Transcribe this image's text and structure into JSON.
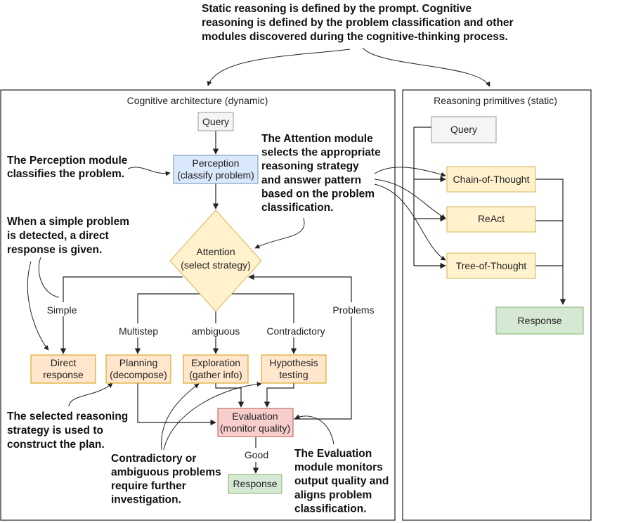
{
  "top_annotation": [
    "Static reasoning is defined by the prompt. Cognitive",
    "reasoning is defined by the problem classification and other",
    "modules discovered during the cognitive-thinking process."
  ],
  "left_panel": {
    "title": "Cognitive architecture (dynamic)"
  },
  "right_panel": {
    "title": "Reasoning primitives (static)"
  },
  "nodes": {
    "query": [
      "Query"
    ],
    "perception": [
      "Perception",
      "(classify problem)"
    ],
    "attention": [
      "Attention",
      "(select strategy)"
    ],
    "direct": [
      "Direct",
      "response"
    ],
    "planning": [
      "Planning",
      "(decompose)"
    ],
    "exploration": [
      "Exploration",
      "(gather info)"
    ],
    "hypothesis": [
      "Hypothesis",
      "testing"
    ],
    "evaluation": [
      "Evaluation",
      "(monitor quality)"
    ],
    "response": [
      "Response"
    ],
    "r_query": [
      "Query"
    ],
    "cot": [
      "Chain-of-Thought"
    ],
    "react": [
      "ReAct"
    ],
    "tot": [
      "Tree-of-Thought"
    ],
    "r_response": [
      "Response"
    ]
  },
  "edge_labels": {
    "simple": "Simple",
    "multistep": "Multistep",
    "ambiguous": "ambiguous",
    "contradictory": "Contradictory",
    "problems": "Problems",
    "good": "Good"
  },
  "annotations": {
    "perception": [
      "The Perception module",
      "classifies the problem."
    ],
    "attention": [
      "The Attention module",
      "selects the appropriate",
      "reasoning strategy",
      "and answer pattern",
      "based on the problem",
      "classification."
    ],
    "simple": [
      "When a simple problem",
      "is detected, a direct",
      "response is given."
    ],
    "selected": [
      "The selected reasoning",
      "strategy is used to",
      "construct the plan."
    ],
    "contradictory": [
      "Contradictory or",
      "ambiguous problems",
      "require further",
      "investigation."
    ],
    "evaluation": [
      "The Evaluation",
      "module monitors",
      "output quality and",
      "aligns problem",
      "classification."
    ]
  },
  "colors": {
    "gray_fill": "#f5f5f5",
    "gray_stroke": "#999999",
    "blue_fill": "#dae8fc",
    "blue_stroke": "#6c8ebf",
    "yellow_fill": "#fff2cc",
    "yellow_stroke": "#d6b656",
    "orange_fill": "#ffe6cc",
    "orange_stroke": "#d79b00",
    "red_fill": "#f8cecc",
    "red_stroke": "#b85450",
    "green_fill": "#d5e8d4",
    "green_stroke": "#82b366"
  }
}
